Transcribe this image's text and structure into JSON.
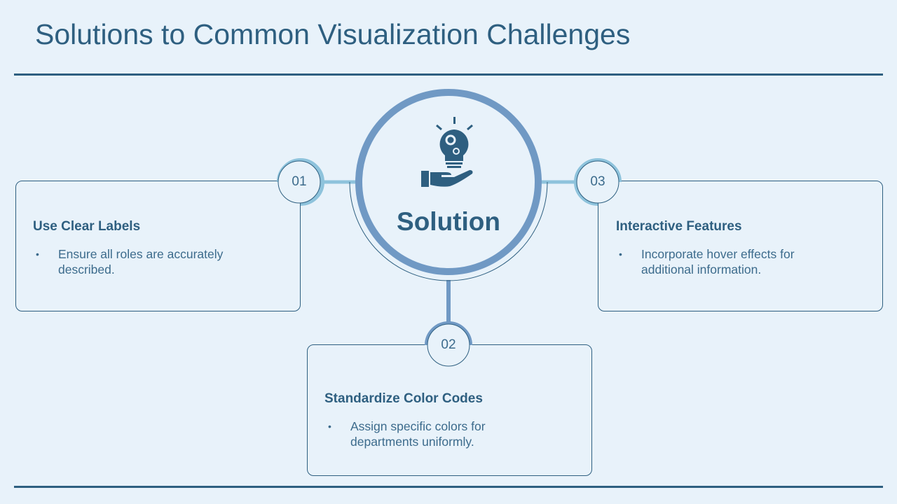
{
  "title": "Solutions to Common Visualization Challenges",
  "center": {
    "label": "Solution",
    "icon": "lightbulb-gears-hand-icon"
  },
  "items": [
    {
      "number": "01",
      "heading": "Use Clear Labels",
      "bullet": "Ensure all roles are accurately described."
    },
    {
      "number": "02",
      "heading": "Standardize Color Codes",
      "bullet": "Assign specific colors for departments uniformly."
    },
    {
      "number": "03",
      "heading": "Interactive Features",
      "bullet": "Incorporate hover effects for additional information."
    }
  ],
  "colors": {
    "background": "#e8f2fa",
    "dark": "#2e5f80",
    "ring": "#7099c4",
    "accent": "#8ec3dc"
  }
}
